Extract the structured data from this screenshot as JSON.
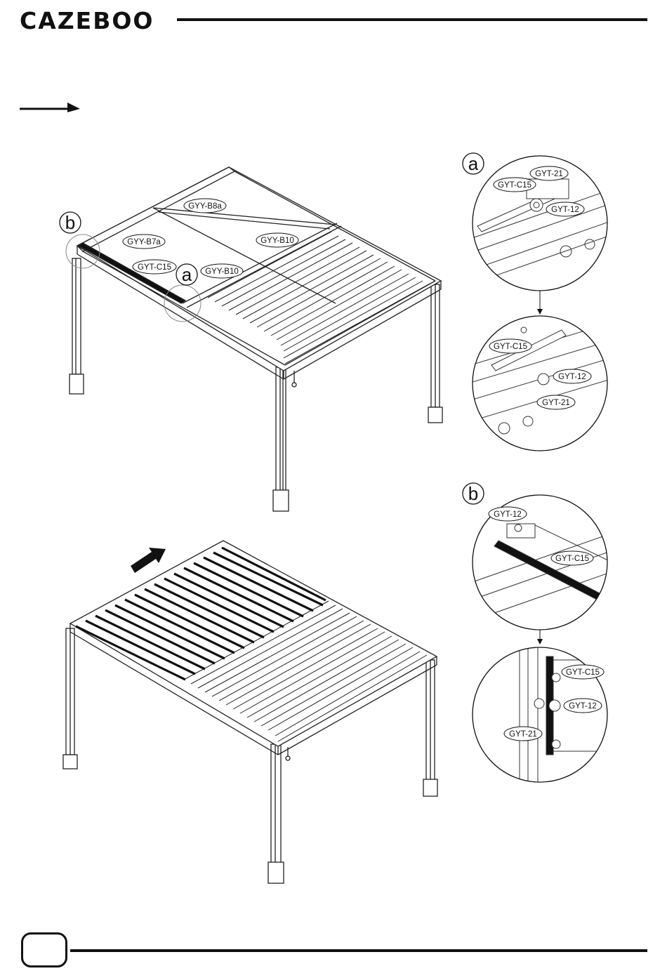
{
  "header": {
    "brand": "CAZEBOO"
  },
  "callouts": {
    "a": "a",
    "b": "b"
  },
  "parts": {
    "gyy_b8a": "GYY-B8a",
    "gyy_b7a": "GYY-B7a",
    "gyy_b10": "GYY-B10",
    "gyt_c15": "GYT-C15",
    "gyt_21": "GYT-21",
    "gyt_12": "GYT-12"
  }
}
